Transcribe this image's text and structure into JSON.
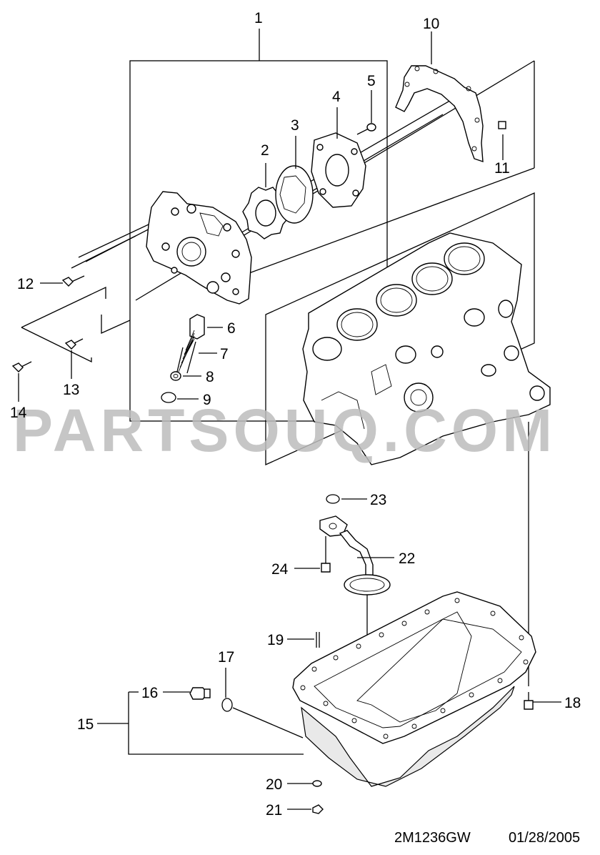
{
  "diagram": {
    "callouts": [
      {
        "id": "c1",
        "text": "1"
      },
      {
        "id": "c2",
        "text": "2"
      },
      {
        "id": "c3",
        "text": "3"
      },
      {
        "id": "c4",
        "text": "4"
      },
      {
        "id": "c5",
        "text": "5"
      },
      {
        "id": "c6",
        "text": "6"
      },
      {
        "id": "c7",
        "text": "7"
      },
      {
        "id": "c8",
        "text": "8"
      },
      {
        "id": "c9",
        "text": "9"
      },
      {
        "id": "c10",
        "text": "10"
      },
      {
        "id": "c11",
        "text": "11"
      },
      {
        "id": "c12",
        "text": "12"
      },
      {
        "id": "c13",
        "text": "13"
      },
      {
        "id": "c14",
        "text": "14"
      },
      {
        "id": "c15",
        "text": "15"
      },
      {
        "id": "c16",
        "text": "16"
      },
      {
        "id": "c17",
        "text": "17"
      },
      {
        "id": "c18",
        "text": "18"
      },
      {
        "id": "c19",
        "text": "19"
      },
      {
        "id": "c20",
        "text": "20"
      },
      {
        "id": "c21",
        "text": "21"
      },
      {
        "id": "c22",
        "text": "22"
      },
      {
        "id": "c23",
        "text": "23"
      },
      {
        "id": "c24",
        "text": "24"
      }
    ],
    "watermark": "PARTSOUQ.COM",
    "footer": {
      "code": "2M1236GW",
      "date": "01/28/2005"
    },
    "colors": {
      "line": "#000000",
      "background": "#ffffff",
      "watermark": "#bdbdbd"
    }
  }
}
